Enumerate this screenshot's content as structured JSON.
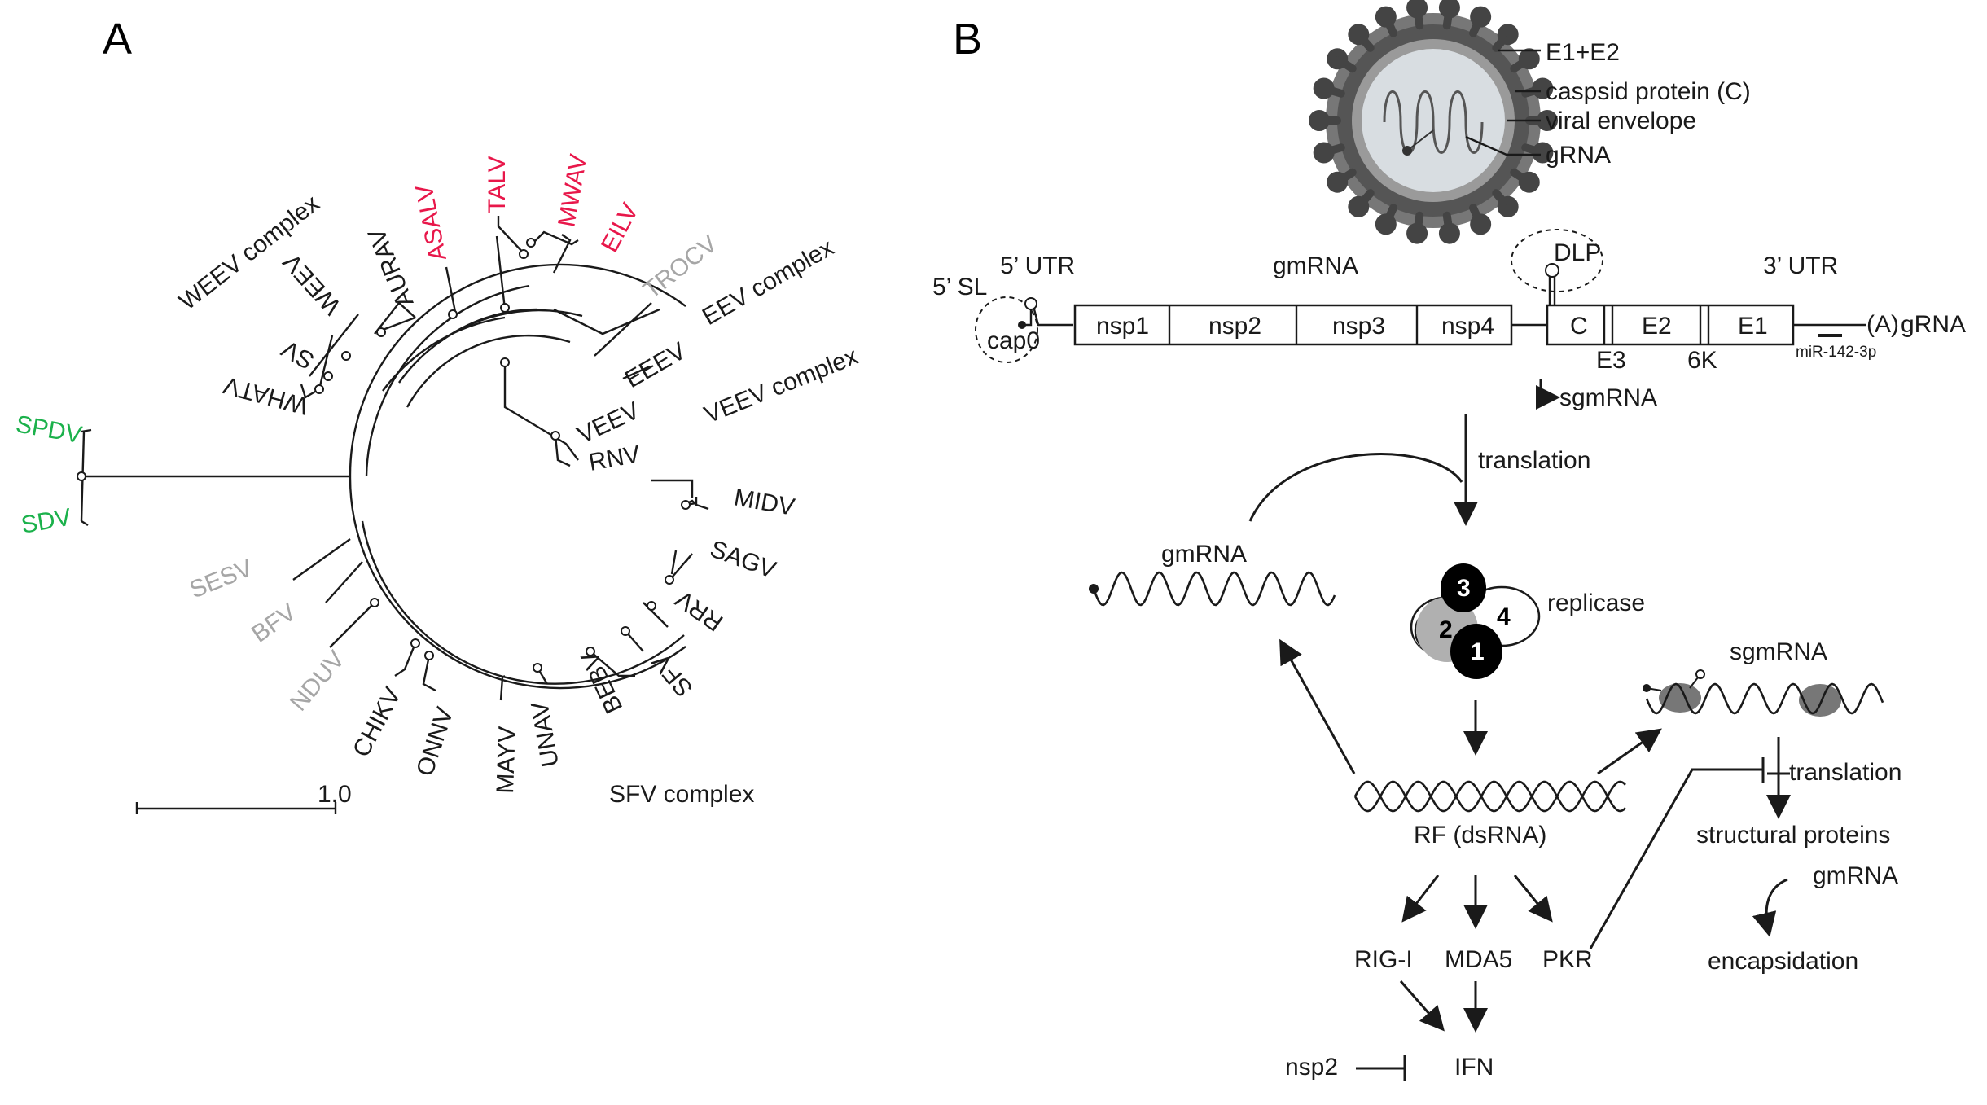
{
  "panels": {
    "a": "A",
    "b": "B"
  },
  "colors": {
    "black": "#1a1a1a",
    "red": "#e8174a",
    "green": "#1bb14b",
    "grey": "#a6a6a6"
  },
  "tree": {
    "taxa": [
      {
        "label": "SPDV",
        "color": "green"
      },
      {
        "label": "SDV",
        "color": "green"
      },
      {
        "label": "SESV",
        "color": "grey"
      },
      {
        "label": "BFV",
        "color": "grey"
      },
      {
        "label": "NDUV",
        "color": "grey"
      },
      {
        "label": "CHIKV",
        "color": "black"
      },
      {
        "label": "ONNV",
        "color": "black"
      },
      {
        "label": "MAYV",
        "color": "black"
      },
      {
        "label": "UNAV",
        "color": "black"
      },
      {
        "label": "BEBV",
        "color": "black"
      },
      {
        "label": "SFV",
        "color": "black"
      },
      {
        "label": "RRV",
        "color": "black"
      },
      {
        "label": "SAGV",
        "color": "black"
      },
      {
        "label": "MIDV",
        "color": "black"
      },
      {
        "label": "RNV",
        "color": "black"
      },
      {
        "label": "VEEV",
        "color": "black"
      },
      {
        "label": "EEEV",
        "color": "black"
      },
      {
        "label": "TROCV",
        "color": "grey"
      },
      {
        "label": "EILV",
        "color": "red"
      },
      {
        "label": "MWAV",
        "color": "red"
      },
      {
        "label": "TALV",
        "color": "red"
      },
      {
        "label": "ASALV",
        "color": "red"
      },
      {
        "label": "AURAV",
        "color": "black"
      },
      {
        "label": "WEEV",
        "color": "black"
      },
      {
        "label": "SV",
        "color": "black"
      },
      {
        "label": "WHATV",
        "color": "black"
      }
    ],
    "complexes": {
      "weev": "WEEV complex",
      "eev": "EEV complex",
      "veev": "VEEV complex",
      "sfv": "SFV complex"
    },
    "scale": "1.0"
  },
  "virion": {
    "e1e2": "E1+E2",
    "capsid": "caspsid protein (C)",
    "envelope": "viral envelope",
    "grna": "gRNA"
  },
  "genome": {
    "utr5": "5’ UTR",
    "utr3": "3’ UTR",
    "sl5": "5’ SL",
    "cap": "cap0",
    "gmrna": "gmRNA",
    "dlp": "DLP",
    "nsp": [
      "nsp1",
      "nsp2",
      "nsp3",
      "nsp4"
    ],
    "structural": [
      "C",
      "E2",
      "E1"
    ],
    "e3": "E3",
    "k6": "6K",
    "polyA": "(A)",
    "grna_end": "gRNA",
    "mir": "miR-142-3p",
    "sgmrna": "sgmRNA"
  },
  "cycle": {
    "translation1": "translation",
    "gmrna": "gmRNA",
    "replicase": "replicase",
    "replicase_units": [
      "1",
      "2",
      "3",
      "4"
    ],
    "rf": "RF (dsRNA)",
    "sgmrna": "sgmRNA",
    "translation2": "translation",
    "structural": "structural proteins",
    "gmrna2": "gmRNA",
    "encapsidation": "encapsidation",
    "rigi": "RIG-I",
    "mda5": "MDA5",
    "pkr": "PKR",
    "ifn": "IFN",
    "nsp2": "nsp2"
  }
}
